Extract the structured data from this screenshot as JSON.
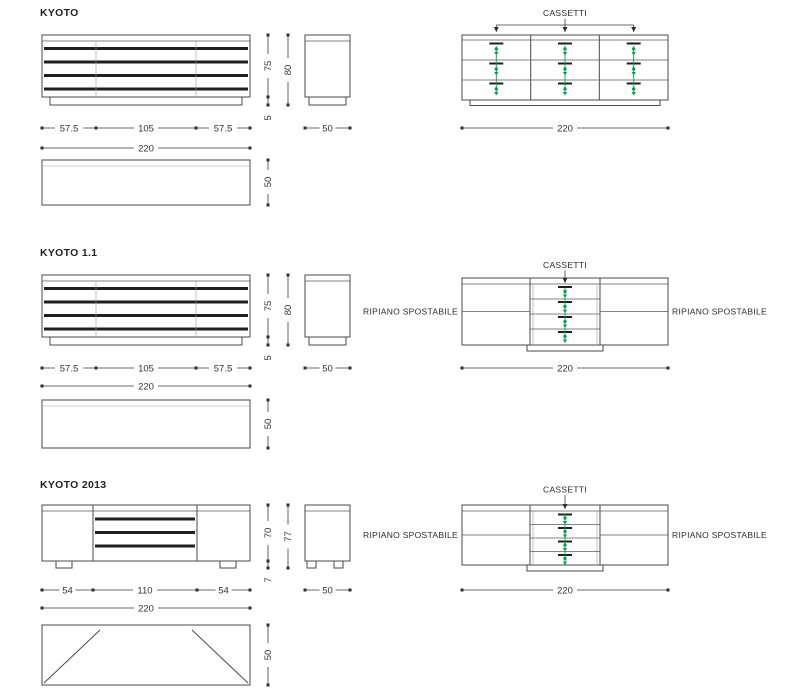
{
  "colors": {
    "line": "#4a4a4a",
    "drawer_band": "#1f1f1f",
    "green_accent": "#00a54f",
    "text": "#333333",
    "background": "#ffffff"
  },
  "sections": [
    {
      "title": "KYOTO",
      "annotations": {
        "cassetti": "CASSETTI"
      },
      "dims": {
        "front_left": "57.5",
        "front_center": "105",
        "front_right": "57.5",
        "front_total": "220",
        "body_height": "75",
        "total_height": "80",
        "plinth_height": "5",
        "side_depth": "50",
        "top_depth": "50",
        "drawer_view_width": "220"
      }
    },
    {
      "title": "KYOTO 1.1",
      "annotations": {
        "cassetti": "CASSETTI",
        "ripiano_left": "RIPIANO SPOSTABILE",
        "ripiano_right": "RIPIANO SPOSTABILE"
      },
      "dims": {
        "front_left": "57.5",
        "front_center": "105",
        "front_right": "57.5",
        "front_total": "220",
        "body_height": "75",
        "total_height": "80",
        "plinth_height": "5",
        "side_depth": "50",
        "top_depth": "50",
        "drawer_view_width": "220"
      }
    },
    {
      "title": "KYOTO 2013",
      "annotations": {
        "cassetti": "CASSETTI",
        "ripiano_left": "RIPIANO SPOSTABILE",
        "ripiano_right": "RIPIANO SPOSTABILE"
      },
      "dims": {
        "front_left": "54",
        "front_center": "110",
        "front_right": "54",
        "front_total": "220",
        "body_height": "70",
        "total_height": "77",
        "plinth_height": "7",
        "side_depth": "50",
        "top_depth": "50",
        "drawer_view_width": "220"
      }
    }
  ]
}
